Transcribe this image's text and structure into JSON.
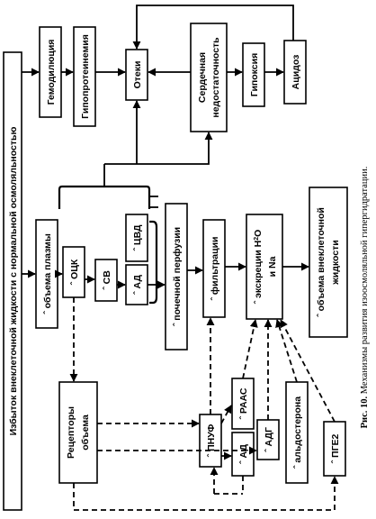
{
  "labels": {
    "excess": "Избыток внеклеточной жидкости с нормальной осмоляльностью",
    "hemodilution": "Гемодилюция",
    "hypoproteinemia": "Гипопротеинемия",
    "edema": "Отеки",
    "heart_failure_1": "Сердечная",
    "heart_failure_2": "недостаточность",
    "hypoxia": "Гипоксия",
    "acidosis": "Ацидоз",
    "plasma_volume": "ˆ объема плазмы",
    "cvp": "ˆ ЦВД",
    "occ": "ˆ ОЦК",
    "co": "ˆ СВ",
    "ap": "ˆ АД",
    "renal_perfusion": "ˆ почечной перфузии",
    "filtration": "ˆ фильтрации",
    "excretion_pre": "ˆ экскреции H",
    "excretion_sub": "2",
    "excretion_post": "O",
    "excretion_line2": "и Na",
    "ecf_volume_1": "ˆ объема внеклеточной",
    "ecf_volume_2": "жидкости",
    "receptors_1": "Рецепторы",
    "receptors_2": "объема",
    "pnuf": "ˆ ПНУФ",
    "raas": "ˆ РААС",
    "adg": "ˆ АДГ",
    "ad2": "ˆ АД",
    "aldosterone": "ˆ альдостерона",
    "pge2": "ˆ ПГЕ2"
  },
  "caption": {
    "bold": "Рис. 10.",
    "text": " Механизмы развития изоосмоляльной гипергидратации."
  }
}
